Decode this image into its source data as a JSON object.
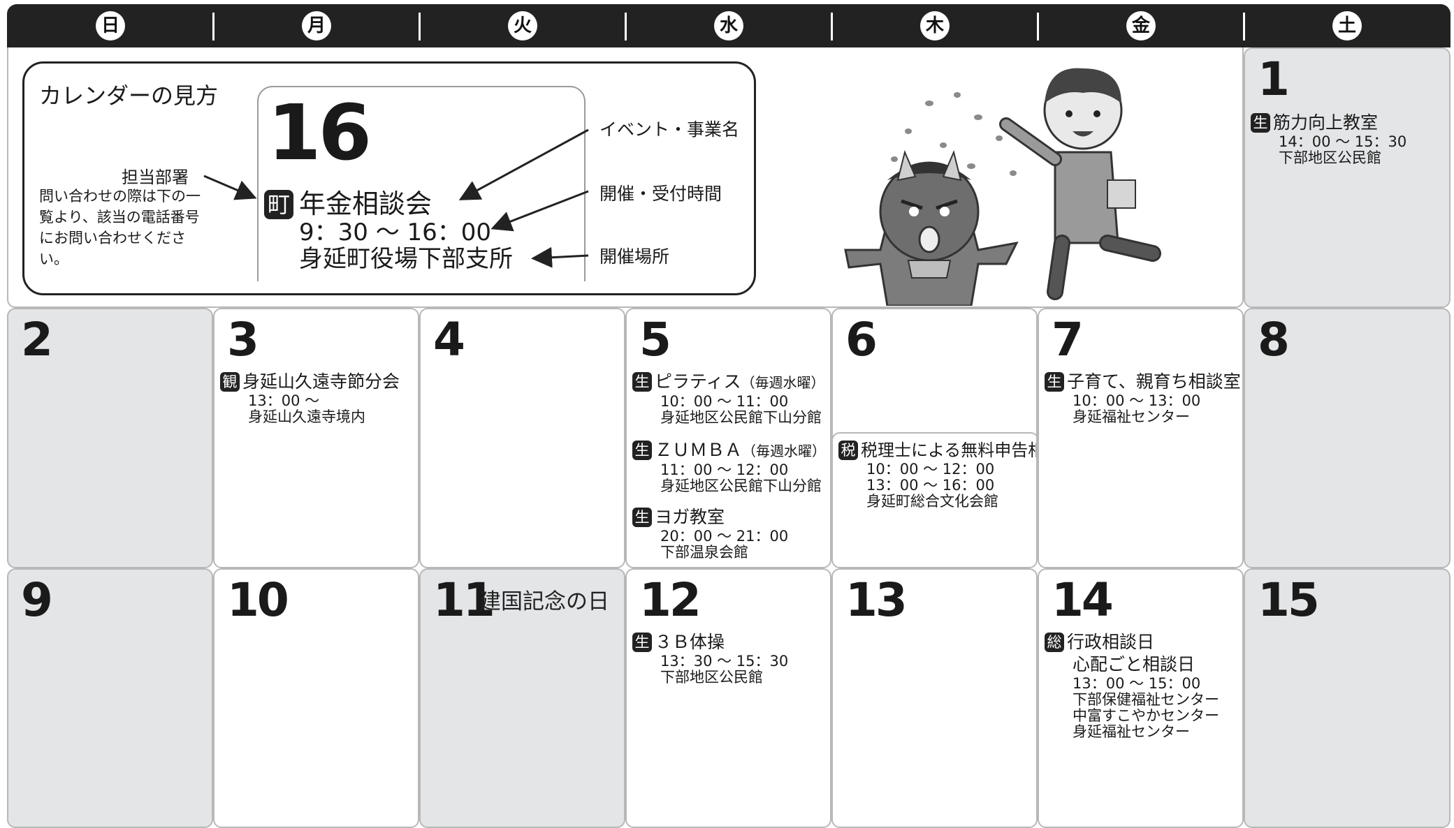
{
  "weekdays": [
    "日",
    "月",
    "火",
    "水",
    "木",
    "金",
    "土"
  ],
  "legend": {
    "title": "カレンダーの見方",
    "day": "16",
    "badge": "町",
    "event": "年金相談会",
    "time": "9：30 〜 16：00",
    "place": "身延町役場下部支所",
    "dept_label": "担当部署",
    "dept_note": "問い合わせの際は下の一覧より、該当の電話番号にお問い合わせください。",
    "label_event": "イベント・事業名",
    "label_time": "開催・受付時間",
    "label_place": "開催場所"
  },
  "days": {
    "d1": {
      "num": "1",
      "events": [
        {
          "badge": "生",
          "title": "筋力向上教室",
          "lines": [
            "14：00 〜 15：30",
            "下部地区公民館"
          ]
        }
      ]
    },
    "d2": {
      "num": "2"
    },
    "d3": {
      "num": "3",
      "events": [
        {
          "badge": "観",
          "title": "身延山久遠寺節分会",
          "lines": [
            "13：00 〜",
            "身延山久遠寺境内"
          ]
        }
      ]
    },
    "d4": {
      "num": "4"
    },
    "d5": {
      "num": "5",
      "events": [
        {
          "badge": "生",
          "title": "ピラティス",
          "suffix": "（毎週水曜）",
          "lines": [
            "10：00 〜 11：00",
            "身延地区公民館下山分館"
          ]
        },
        {
          "badge": "生",
          "title": "ＺＵＭＢＡ",
          "suffix": "（毎週水曜）",
          "lines": [
            "11：00 〜 12：00",
            "身延地区公民館下山分館"
          ]
        },
        {
          "badge": "生",
          "title": "ヨガ教室",
          "lines": [
            "20：00 〜 21：00",
            "下部温泉会館"
          ]
        }
      ]
    },
    "d6": {
      "num": "6",
      "events": [
        {
          "badge": "税",
          "title": "税理士による無料申告相談",
          "lines": [
            "10：00 〜 12：00",
            "13：00 〜 16：00",
            "身延町総合文化会館"
          ]
        }
      ]
    },
    "d7": {
      "num": "7",
      "events": [
        {
          "badge": "生",
          "title": "子育て、親育ち相談室",
          "lines": [
            "10：00 〜 13：00",
            "身延福祉センター"
          ]
        }
      ]
    },
    "d8": {
      "num": "8"
    },
    "d9": {
      "num": "9"
    },
    "d10": {
      "num": "10"
    },
    "d11": {
      "num": "11",
      "holiday": "建国記念の日"
    },
    "d12": {
      "num": "12",
      "events": [
        {
          "badge": "生",
          "title": "３Ｂ体操",
          "lines": [
            "13：30 〜 15：30",
            "下部地区公民館"
          ]
        }
      ]
    },
    "d13": {
      "num": "13"
    },
    "d14": {
      "num": "14",
      "events": [
        {
          "badge": "総",
          "title": "行政相談日",
          "lines_big": [
            "心配ごと相談日"
          ],
          "lines": [
            "13：00 〜 15：00",
            "下部保健福祉センター",
            "中富すこやかセンター",
            "身延福祉センター"
          ]
        }
      ]
    },
    "d15": {
      "num": "15"
    }
  },
  "colors": {
    "header_bg": "#222222",
    "gray_cell": "#e4e5e7",
    "border": "#b8b8b8"
  },
  "illustration": "setsubun-oni-mamemaki-illustration"
}
